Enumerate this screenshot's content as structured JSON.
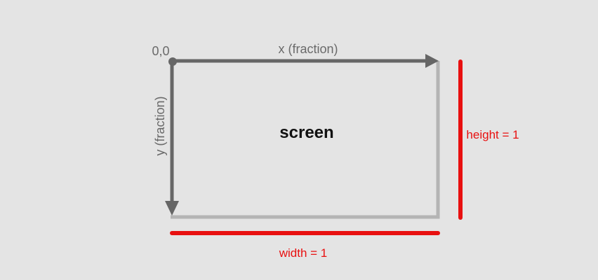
{
  "labels": {
    "origin": "0,0",
    "x_axis": "x (fraction)",
    "y_axis": "y (fraction)",
    "center": "screen",
    "width": "width = 1",
    "height": "height = 1"
  },
  "colors": {
    "background": "#e4e4e4",
    "axis": "#666666",
    "screen_border": "#b4b4b4",
    "dimension": "#e81010",
    "center_text": "#111111"
  }
}
